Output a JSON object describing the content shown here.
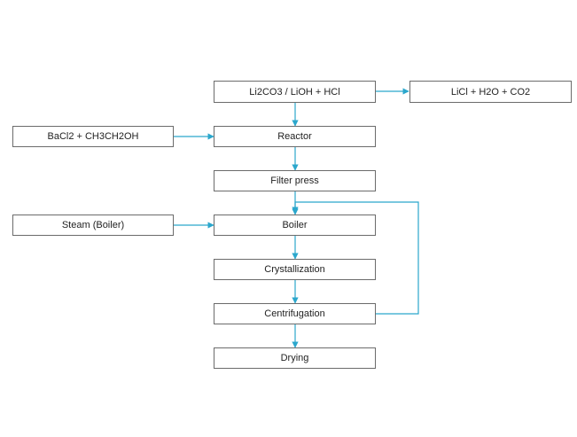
{
  "colors": {
    "connector": "#2ba7cc",
    "box_border": "#6b6b6b",
    "text": "#222222"
  },
  "nodes": {
    "feed": "Li2CO3 / LiOH + HCl",
    "gas_out": "LiCl + H2O + CO2",
    "reagent": "BaCl2 + CH3CH2OH",
    "reactor": "Reactor",
    "filter_press": "Filter press",
    "steam": "Steam (Boiler)",
    "boiler": "Boiler",
    "crystallization": "Crystallization",
    "centrifugation": "Centrifugation",
    "drying": "Drying"
  }
}
